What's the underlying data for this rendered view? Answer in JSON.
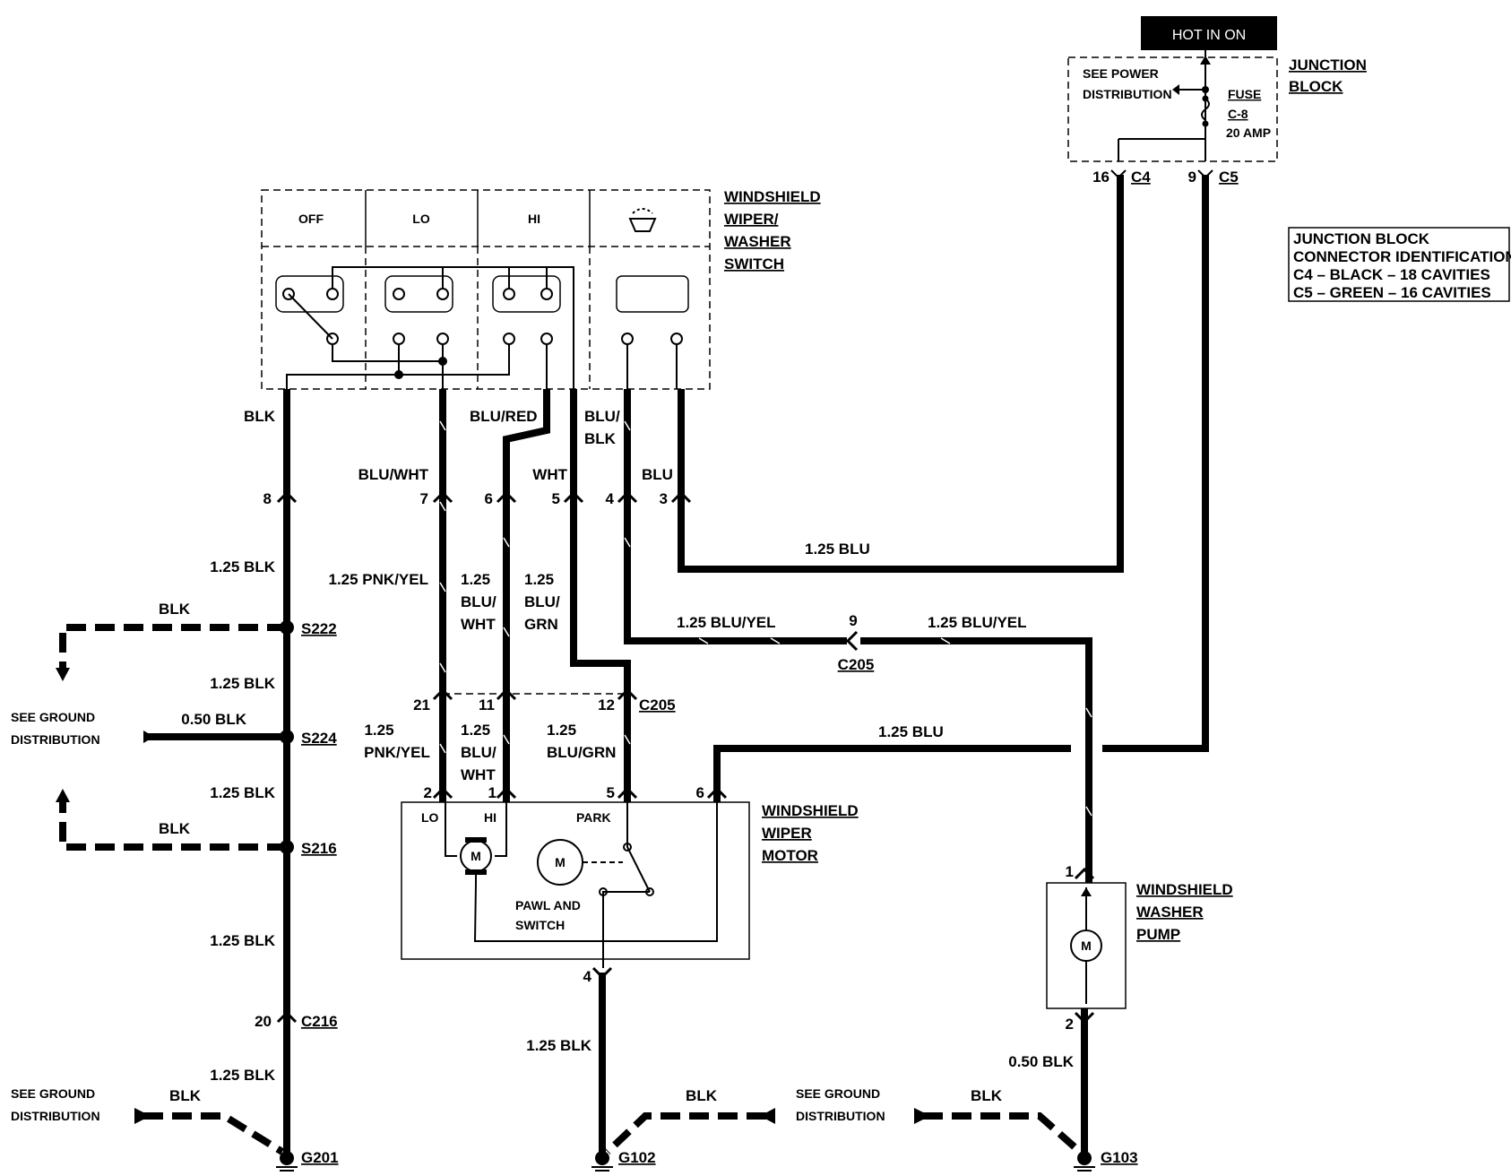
{
  "header": {
    "hot_label": "HOT IN ON"
  },
  "junction_block": {
    "title_1": "JUNCTION",
    "title_2": "BLOCK",
    "see_1": "SEE POWER",
    "see_2": "DISTRIBUTION",
    "fuse_1": "FUSE",
    "fuse_2": "C-8",
    "fuse_3": "20 AMP",
    "c4_pin": "16",
    "c4": "C4",
    "c5_pin": "9",
    "c5": "C5"
  },
  "connector_id": {
    "line_1": "JUNCTION BLOCK",
    "line_2": "CONNECTOR IDENTIFICATION",
    "line_3": "C4 – BLACK – 18 CAVITIES",
    "line_4": "C5 – GREEN – 16 CAVITIES"
  },
  "switch": {
    "title_1": "WINDSHIELD",
    "title_2": "WIPER/",
    "title_3": "WASHER",
    "title_4": "SWITCH",
    "pos_off": "OFF",
    "pos_lo": "LO",
    "pos_hi": "HI"
  },
  "wires": {
    "blk": "BLK",
    "blu_red": "BLU/RED",
    "blu_blk_1": "BLU/",
    "blu_blk_2": "BLK",
    "blu_wht": "BLU/WHT",
    "wht": "WHT",
    "blu": "BLU",
    "pin8": "8",
    "pin7": "7",
    "pin6": "6",
    "pin5": "5",
    "pin4": "4",
    "pin3": "3",
    "w125blk_a": "1.25 BLK",
    "w125blu_top": "1.25 BLU",
    "pnk_yel": "1.25 PNK/YEL",
    "mid_blu_wht_1": "1.25",
    "mid_blu_wht_2": "BLU/",
    "mid_blu_wht_3": "WHT",
    "mid_blu_grn_1": "1.25",
    "mid_blu_grn_2": "BLU/",
    "mid_blu_grn_3": "GRN",
    "blu_yel_left": "1.25 BLU/YEL",
    "blu_yel_right": "1.25 BLU/YEL",
    "c205_pin": "9",
    "c205": "C205",
    "blk_s222": "BLK",
    "s222": "S222",
    "w125blk_b": "1.25 BLK",
    "see_gnd_a1": "SEE GROUND",
    "see_gnd_a2": "DISTRIBUTION",
    "w050blk": "0.50 BLK",
    "s224": "S224",
    "w125blk_c": "1.25 BLK",
    "blk_s216": "BLK",
    "s216": "S216",
    "w125blk_d": "1.25 BLK",
    "c216_pin": "20",
    "c216": "C216",
    "w125blk_e": "1.25 BLK",
    "see_gnd_b1": "SEE GROUND",
    "see_gnd_b2": "DISTRIBUTION",
    "blk_g201": "BLK",
    "g201": "G201",
    "c205b_21": "21",
    "c205b_11": "11",
    "c205b_12": "12",
    "c205b": "C205",
    "low_pnk_1": "1.25",
    "low_pnk_2": "PNK/YEL",
    "low_bw_1": "1.25",
    "low_bw_2": "BLU/",
    "low_bw_3": "WHT",
    "low_bg_1": "1.25",
    "low_bg_2": "BLU/GRN",
    "blu_right": "1.25 BLU",
    "m_pin2": "2",
    "m_pin1": "1",
    "m_pin5": "5",
    "m_pin6": "6",
    "m_pin4": "4",
    "w125blk_motor": "1.25 BLK",
    "blk_g102": "BLK",
    "g102": "G102",
    "see_gnd_c1": "SEE GROUND",
    "see_gnd_c2": "DISTRIBUTION",
    "blk_g103": "BLK",
    "g103": "G103",
    "p_pin1": "1",
    "p_pin2": "2",
    "w050blk_pump": "0.50 BLK"
  },
  "motor": {
    "title_1": "WINDSHIELD",
    "title_2": "WIPER",
    "title_3": "MOTOR",
    "lo": "LO",
    "hi": "HI",
    "park": "PARK",
    "pawl_1": "PAWL AND",
    "pawl_2": "SWITCH",
    "m": "M"
  },
  "pump": {
    "title_1": "WINDSHIELD",
    "title_2": "WASHER",
    "title_3": "PUMP",
    "m": "M"
  }
}
